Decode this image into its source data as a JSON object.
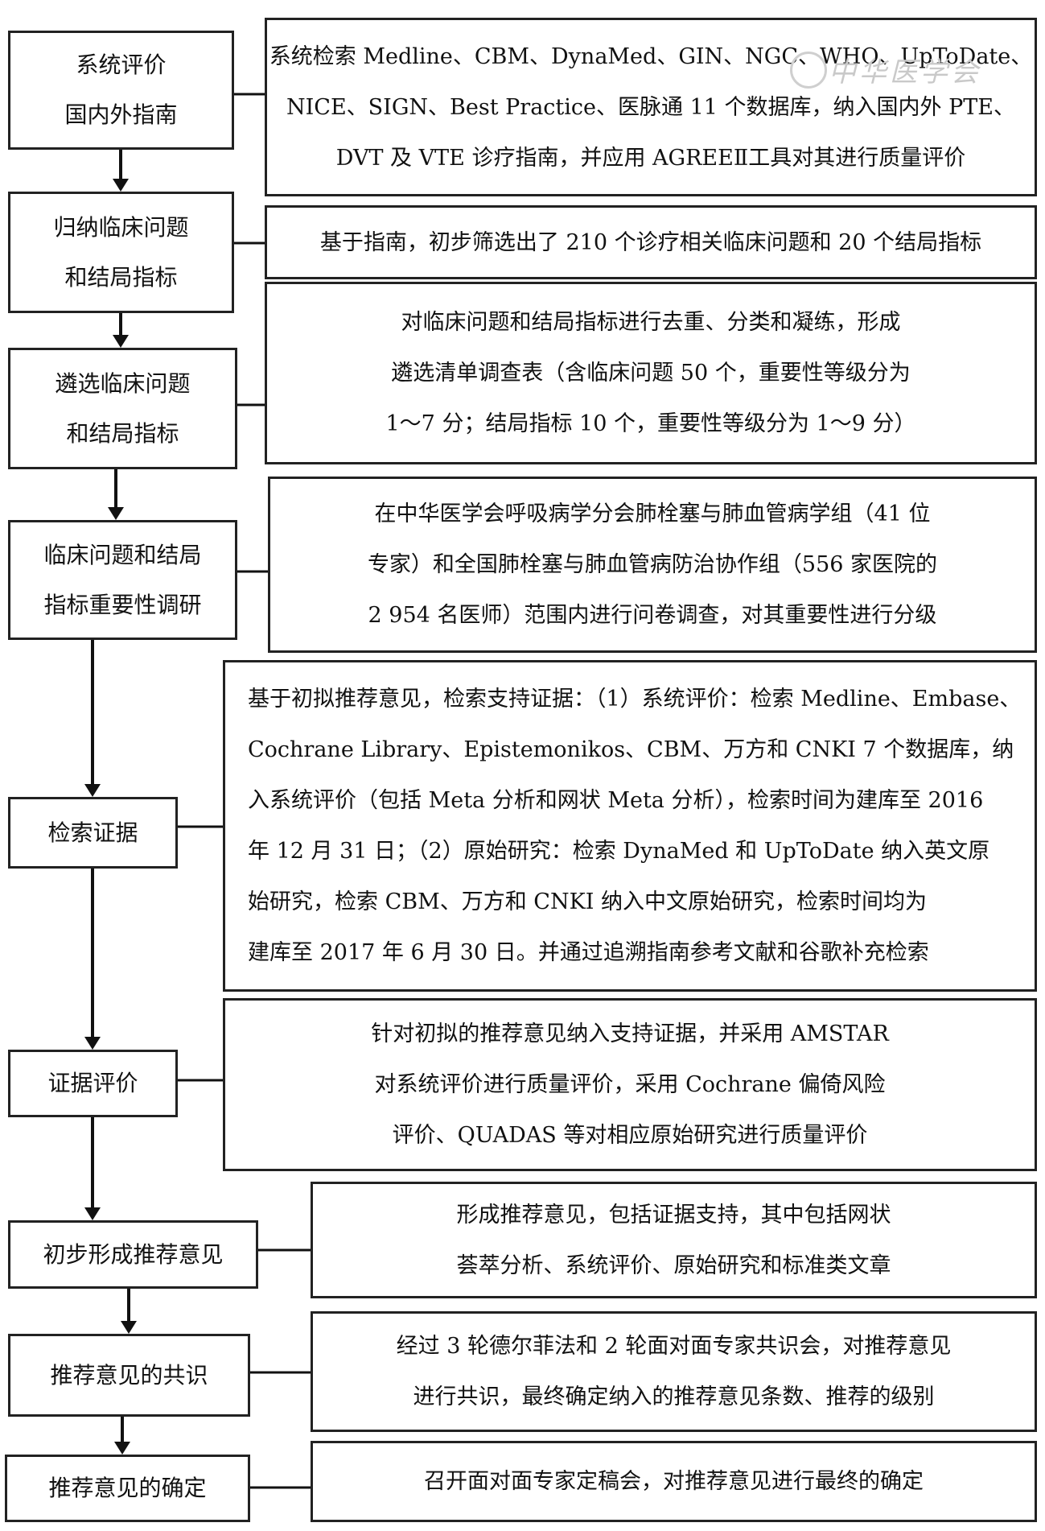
{
  "steps": [
    {
      "lines": [
        "系统评价",
        "国内外指南"
      ]
    },
    {
      "lines": [
        "归纳临床问题",
        "和结局指标"
      ]
    },
    {
      "lines": [
        "遴选临床问题",
        "和结局指标"
      ]
    },
    {
      "lines": [
        "临床问题和结局",
        "指标重要性调研"
      ]
    },
    {
      "lines": [
        "检索证据"
      ]
    },
    {
      "lines": [
        "证据评价"
      ]
    },
    {
      "lines": [
        "初步形成推荐意见"
      ]
    },
    {
      "lines": [
        "推荐意见的共识"
      ]
    },
    {
      "lines": [
        "推荐意见的确定"
      ]
    }
  ],
  "descriptions": [
    {
      "lines": [
        "系统检索 Medline、CBM、DynaMed、GIN、NGC、WHO、UpToDate、",
        "NICE、SIGN、Best Practice、医脉通 11 个数据库，纳入国内外 PTE、",
        "DVT 及 VTE 诊疗指南，并应用 AGREEⅡ工具对其进行质量评价"
      ]
    },
    {
      "lines": [
        "基于指南，初步筛选出了 210 个诊疗相关临床问题和 20 个结局指标"
      ]
    },
    {
      "lines": [
        "对临床问题和结局指标进行去重、分类和凝练，形成",
        "遴选清单调查表（含临床问题 50 个，重要性等级分为",
        "1～7 分；结局指标 10 个，重要性等级分为 1～9 分）"
      ]
    },
    {
      "lines": [
        "在中华医学会呼吸病学分会肺栓塞与肺血管病学组（41 位",
        "专家）和全国肺栓塞与肺血管病防治协作组（556 家医院的",
        "2 954 名医师）范围内进行问卷调查，对其重要性进行分级"
      ]
    },
    {
      "lines": [
        "基于初拟推荐意见，检索支持证据：（1）系统评价：检索 Medline、Embase、",
        "Cochrane Library、Epistemonikos、CBM、万方和 CNKI 7 个数据库，纳",
        "入系统评价（包括 Meta 分析和网状 Meta 分析），检索时间为建库至 2016",
        "年 12 月 31 日；（2）原始研究：检索 DynaMed 和 UpToDate 纳入英文原",
        "始研究，检索 CBM、万方和 CNKI 纳入中文原始研究，检索时间均为",
        "建库至 2017 年 6 月 30 日。并通过追溯指南参考文献和谷歌补充检索"
      ]
    },
    {
      "lines": [
        "针对初拟的推荐意见纳入支持证据，并采用 AMSTAR",
        "对系统评价进行质量评价，采用 Cochrane 偏倚风险",
        "评价、QUADAS 等对相应原始研究进行质量评价"
      ]
    },
    {
      "lines": [
        "形成推荐意见，包括证据支持，其中包括网状",
        "荟萃分析、系统评价、原始研究和标准类文章"
      ]
    },
    {
      "lines": [
        "经过 3 轮德尔菲法和 2 轮面对面专家共识会，对推荐意见",
        "进行共识，最终确定纳入的推荐意见条数、推荐的级别"
      ]
    },
    {
      "lines": [
        "召开面对面专家定稿会，对推荐意见进行最终的确定"
      ]
    }
  ],
  "watermark": "中华医学会"
}
